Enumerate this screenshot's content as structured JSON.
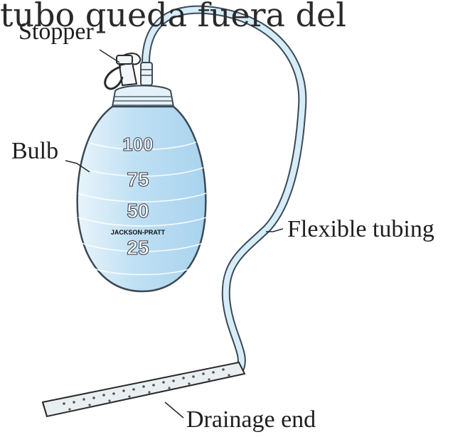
{
  "caption": "tubo queda fuera del",
  "labels": {
    "stopper": "Stopper",
    "bulb": "Bulb",
    "tubing": "Flexible tubing",
    "drainage": "Drainage end"
  },
  "bulb_scale": [
    "100",
    "75",
    "50",
    "25"
  ],
  "brand": "JACKSON-PRATT",
  "colors": {
    "bulb_fill": "#cfe6f5",
    "bulb_stroke": "#3a4a55",
    "tube_fill": "#d6ecf8",
    "line": "#2b2b2b"
  }
}
